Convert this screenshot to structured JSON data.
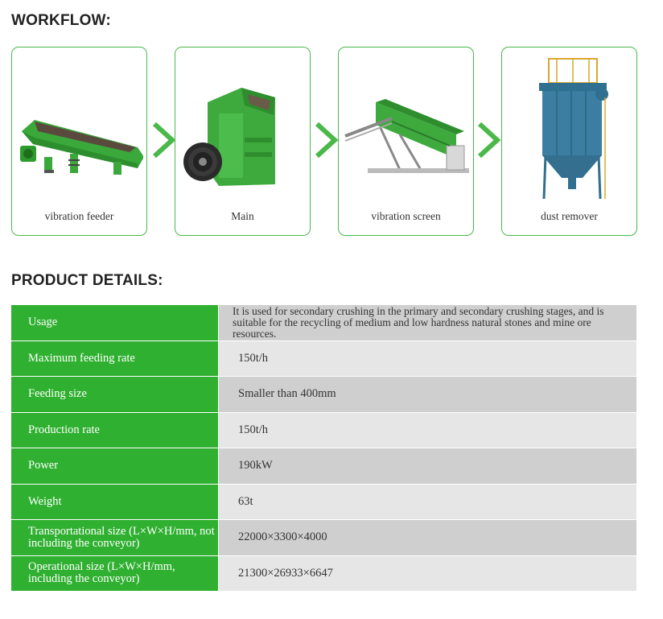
{
  "workflow": {
    "title": "WORKFLOW:",
    "steps": [
      {
        "caption": "vibration feeder",
        "icon": "vibration-feeder-machine"
      },
      {
        "caption": "Main",
        "icon": "impact-crusher-machine"
      },
      {
        "caption": "vibration screen",
        "icon": "vibration-screen-machine"
      },
      {
        "caption": "dust remover",
        "icon": "dust-remover-machine"
      }
    ],
    "arrow_icon": "chevron-right-icon",
    "accent_color": "#4bb84a"
  },
  "product_details": {
    "title": "PRODUCT DETAILS:",
    "label_bg": "#2fb030",
    "rows": [
      {
        "label": "Usage",
        "value": "It is used for secondary crushing in the primary and secondary crushing stages, and is suitable for the recycling of medium and low hardness natural stones and mine ore resources."
      },
      {
        "label": "Maximum feeding rate",
        "value": "150t/h"
      },
      {
        "label": "Feeding size",
        "value": "Smaller than 400mm"
      },
      {
        "label": "Production rate",
        "value": "150t/h"
      },
      {
        "label": "Power",
        "value": "190kW"
      },
      {
        "label": "Weight",
        "value": "63t"
      },
      {
        "label": "Transportational size (L×W×H/mm, not including the conveyor)",
        "value": "22000×3300×4000"
      },
      {
        "label": "Operational size (L×W×H/mm, including the conveyor)",
        "value": "21300×26933×6647"
      }
    ]
  }
}
